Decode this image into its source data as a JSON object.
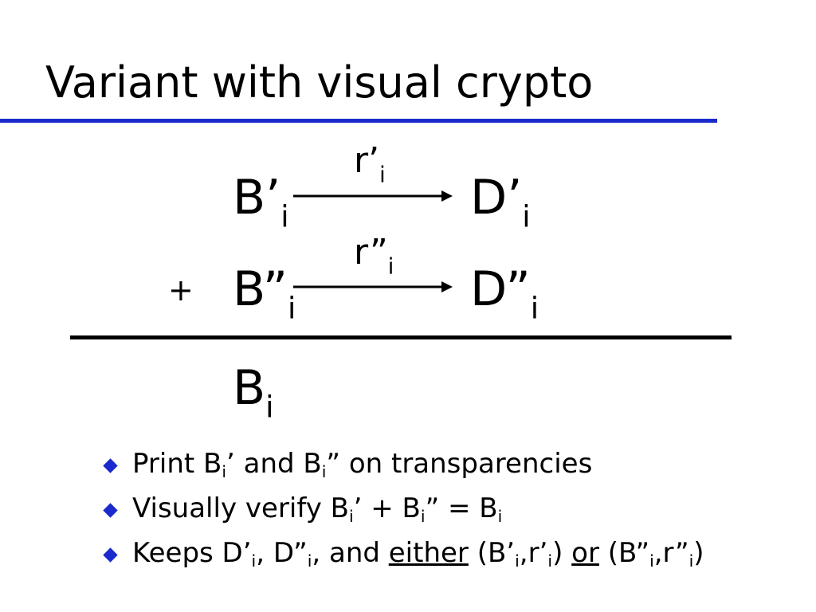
{
  "slide": {
    "title": "Variant with visual crypto",
    "accent_color": "#1a2acc"
  },
  "diagram": {
    "row1": {
      "left_base": "B’",
      "right_base": "D’",
      "label_base": "r’",
      "subscript": "i"
    },
    "row2": {
      "left_base": "B”",
      "right_base": "D”",
      "label_base": "r”",
      "subscript": "i"
    },
    "operator": "+",
    "result": {
      "base": "B",
      "subscript": "i"
    }
  },
  "bullets": {
    "b1": {
      "t1": "Print B",
      "s1": "i",
      "t2": "’ and B",
      "s2": "i",
      "t3": "” on transparencies"
    },
    "b2": {
      "t1": "Visually verify B",
      "s1": "i",
      "t2": "’ + B",
      "s2": "i",
      "t3": "” = B",
      "s3": "i"
    },
    "b3": {
      "t1": "Keeps D’",
      "s1": "i",
      "t2": ", D”",
      "s2": "i",
      "t3": ", and ",
      "either": "either",
      "t4": " (B’",
      "s4": "i",
      "t5": ",r’",
      "s5": "i",
      "t6": ") ",
      "or": "or",
      "t7": " (B”",
      "s7": "i",
      "t8": ",r”",
      "s8": "i",
      "t9": ")"
    }
  }
}
